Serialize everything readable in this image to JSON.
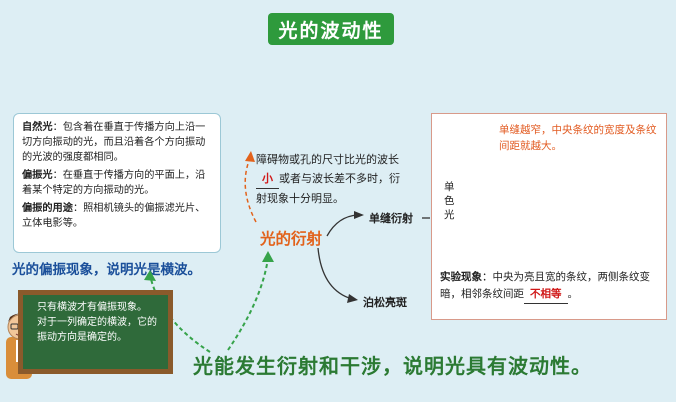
{
  "title": "光的波动性",
  "polarization": {
    "natural_term": "自然光",
    "natural_text": "：包含着在垂直于传播方向上沿一切方向振动的光，而且沿着各个方向振动的光波的强度都相同。",
    "polarized_term": "偏振光",
    "polarized_text": "：在垂直于传播方向的平面上，沿着某个特定的方向振动的光。",
    "uses_term": "偏振的用途",
    "uses_text": "：照相机镜头的偏振滤光片、立体电影等。",
    "conclusion": "光的偏振现象，说明光是横波。"
  },
  "board": {
    "line1": "只有横波才有偏振现象。",
    "line2": "对于一列确定的横波，它的振动方向是确定的。"
  },
  "diffraction": {
    "label": "光的衍射",
    "condition_before": "障碍物或孔的尺寸比光的波长",
    "condition_blank": "小",
    "condition_after": "或者与波长差不多时，衍射现象十分明显。",
    "single_slit": "单缝衍射",
    "poisson_spot": "泊松亮斑",
    "single_color_light": "单色光",
    "note": "单缝越窄，中央条纹的宽度及条纹间距就越大。",
    "phenomenon_term": "实验现象",
    "phenomenon_text": "：中央为亮且宽的条纹，两侧条纹变暗，相邻条纹间距",
    "phenomenon_blank": "不相等",
    "phenomenon_end": "。"
  },
  "final_conclusion": "光能发生衍射和干涉，说明光具有波动性。"
}
